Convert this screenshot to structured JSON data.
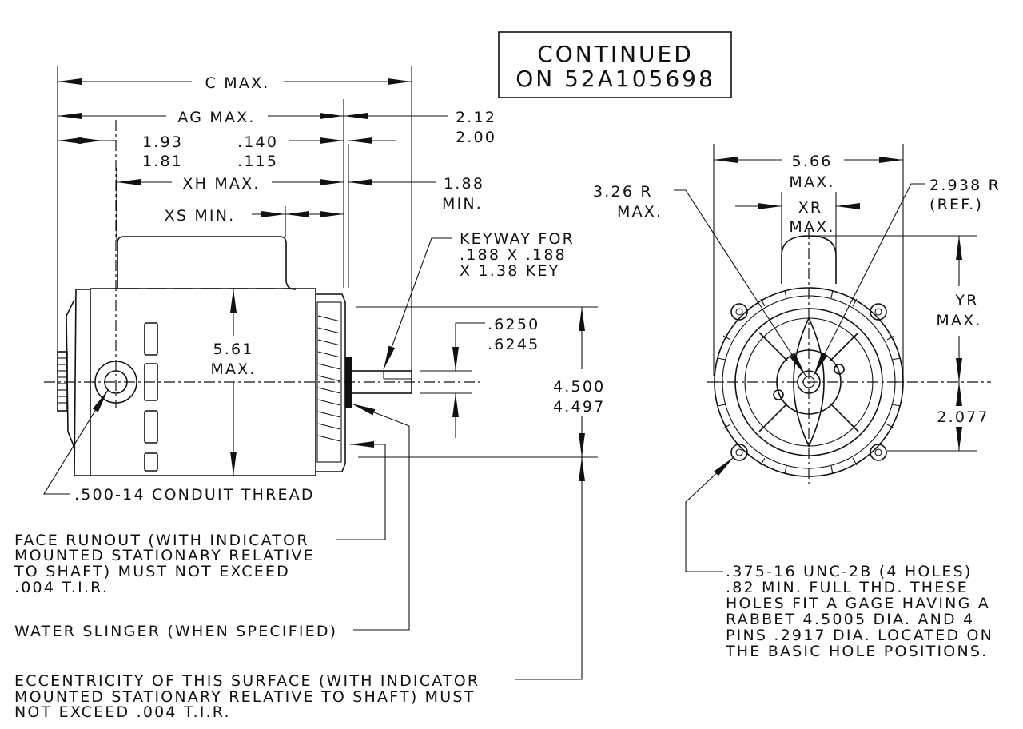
{
  "stamp": {
    "line1": "CONTINUED",
    "line2": "ON 52A105698"
  },
  "side_view": {
    "c_max": "C MAX.",
    "ag_max": "AG MAX.",
    "dim_212": "2.12",
    "dim_200": "2.00",
    "dim_193": "1.93",
    "dim_181": "1.81",
    "dim_140": ".140",
    "dim_115": ".115",
    "xh_max": "XH MAX.",
    "xs_min": "XS MIN.",
    "dim_188": "1.88",
    "min": "MIN.",
    "keyway_1": "KEYWAY FOR",
    "keyway_2": ".188 X .188",
    "keyway_3": "X 1.38 KEY",
    "dim_561": "5.61",
    "max": "MAX.",
    "dim_6250": ".6250",
    "dim_6245": ".6245",
    "dim_4500": "4.500",
    "dim_4497": "4.497",
    "conduit": ".500-14 CONDUIT THREAD"
  },
  "notes": {
    "face_runout_1": "FACE RUNOUT (WITH INDICATOR",
    "face_runout_2": "MOUNTED STATIONARY RELATIVE",
    "face_runout_3": "TO SHAFT) MUST NOT EXCEED",
    "face_runout_4": ".004 T.I.R.",
    "water_slinger": "WATER SLINGER (WHEN SPECIFIED)",
    "eccentricity_1": "ECCENTRICITY OF THIS SURFACE (WITH INDICATOR",
    "eccentricity_2": "MOUNTED STATIONARY RELATIVE TO SHAFT) MUST",
    "eccentricity_3": "NOT EXCEED .004 T.I.R."
  },
  "end_view": {
    "dim_566": "5.66",
    "max": "MAX.",
    "xr": "XR",
    "xr_max": "MAX.",
    "r_326": "3.26 R",
    "r_326_max": "MAX.",
    "r_2938": "2.938 R",
    "ref": "(REF.)",
    "yr": "YR",
    "yr_max": "MAX.",
    "dim_2077": "2.077",
    "holes_1": ".375-16 UNC-2B (4 HOLES)",
    "holes_2": ".82 MIN. FULL THD.  THESE",
    "holes_3": "HOLES FIT A GAGE HAVING A",
    "holes_4": "RABBET 4.5005 DIA. AND 4",
    "holes_5": "PINS .2917 DIA. LOCATED ON",
    "holes_6": "THE BASIC HOLE POSITIONS."
  }
}
